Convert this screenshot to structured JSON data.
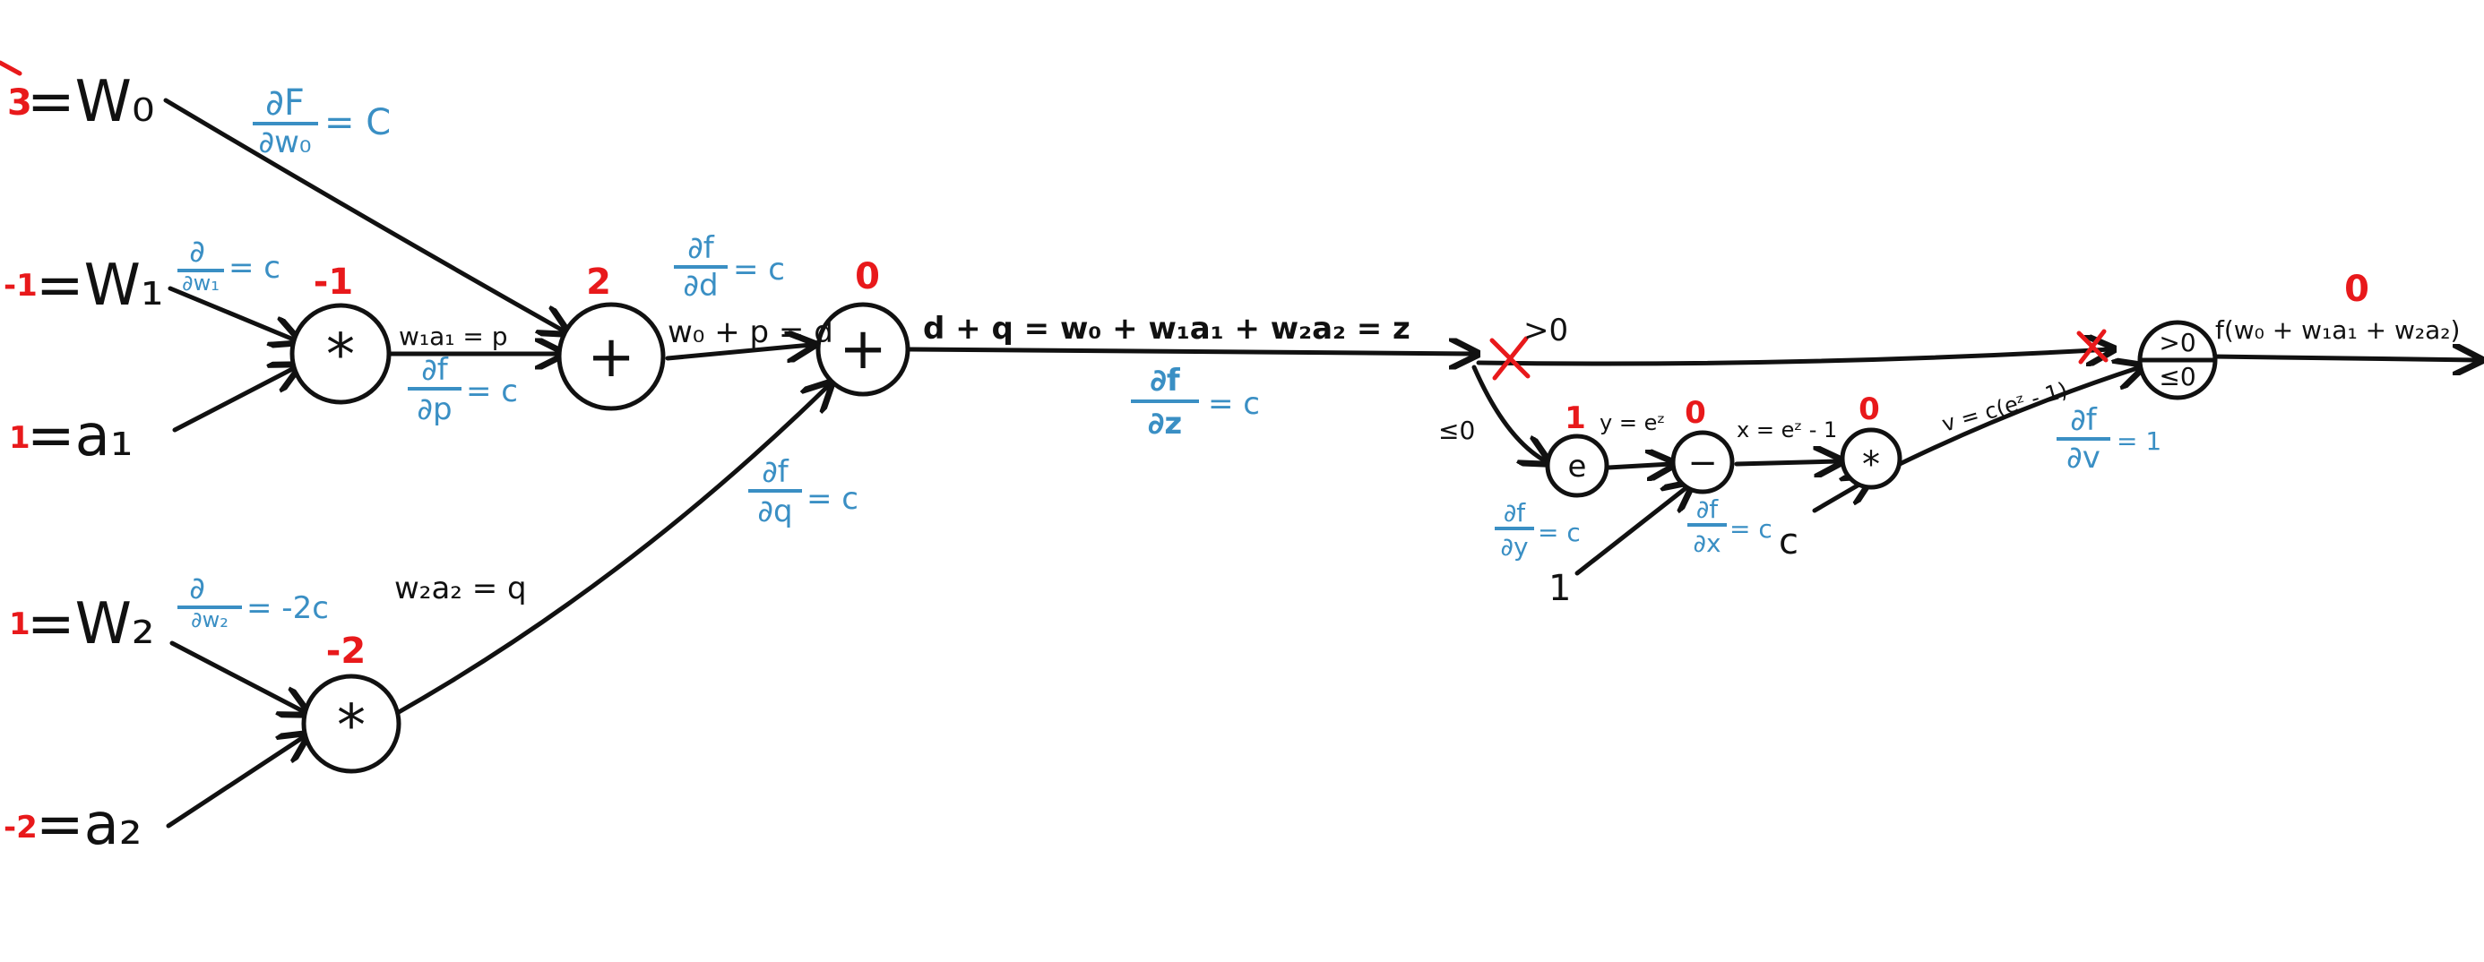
{
  "inputs": {
    "w0": {
      "value": "3",
      "label": "=W₀"
    },
    "w1": {
      "value": "-1",
      "label": "=W₁"
    },
    "a1": {
      "value": "1",
      "label": "=a₁"
    },
    "w2": {
      "value": "1",
      "label": "=W₂"
    },
    "a2": {
      "value": "-2",
      "label": "=a₂"
    }
  },
  "nodes": {
    "mul1": {
      "symbol": "*",
      "value": "-1"
    },
    "add1": {
      "symbol": "+",
      "value": "2"
    },
    "add2": {
      "symbol": "+",
      "value": "0"
    },
    "mul2": {
      "symbol": "*",
      "value": "-2"
    },
    "exp": {
      "symbol": "e",
      "value": "1"
    },
    "minus": {
      "symbol": "−",
      "value": "0"
    },
    "mul3": {
      "symbol": "*",
      "value": "0"
    },
    "sel": {
      "top": ">0",
      "bottom": "≤0",
      "value": "0"
    }
  },
  "edge_labels": {
    "w1a1": "w₁a₁ = p",
    "w0p": "w₀ + p = d",
    "w2a2": "w₂a₂ = q",
    "z": "d + q = w₀ + w₁a₁ + w₂a₂ = z",
    "gt0": ">0",
    "le0": "≤0",
    "y": "y = eᶻ",
    "x": "x = eᶻ - 1",
    "v": "v = c(eᶻ - 1)",
    "out": "f(w₀ + w₁a₁ + w₂a₂)",
    "const_c": "c",
    "const_1": "1"
  },
  "gradients": {
    "w0": {
      "num": "∂F",
      "den": "∂w₀",
      "rhs": "= C"
    },
    "w1": {
      "num": "∂",
      "den": "∂w₁",
      "rhs": "= c"
    },
    "w2": {
      "num": "∂",
      "den": "∂w₂",
      "rhs": "= -2c"
    },
    "p": {
      "num": "∂f",
      "den": "∂p",
      "rhs": "= c"
    },
    "d": {
      "num": "∂f",
      "den": "∂d",
      "rhs": "= c"
    },
    "q": {
      "num": "∂f",
      "den": "∂q",
      "rhs": "= c"
    },
    "z": {
      "num": "∂f",
      "den": "∂z",
      "rhs": "= c"
    },
    "y": {
      "num": "∂f",
      "den": "∂y",
      "rhs": "= c"
    },
    "x": {
      "num": "∂f",
      "den": "∂x",
      "rhs": "= c"
    },
    "v": {
      "num": "∂f",
      "den": "∂v",
      "rhs": "= 1"
    }
  },
  "colors": {
    "ink": "#111111",
    "value": "#e8191b",
    "gradient": "#3a8fc4"
  }
}
